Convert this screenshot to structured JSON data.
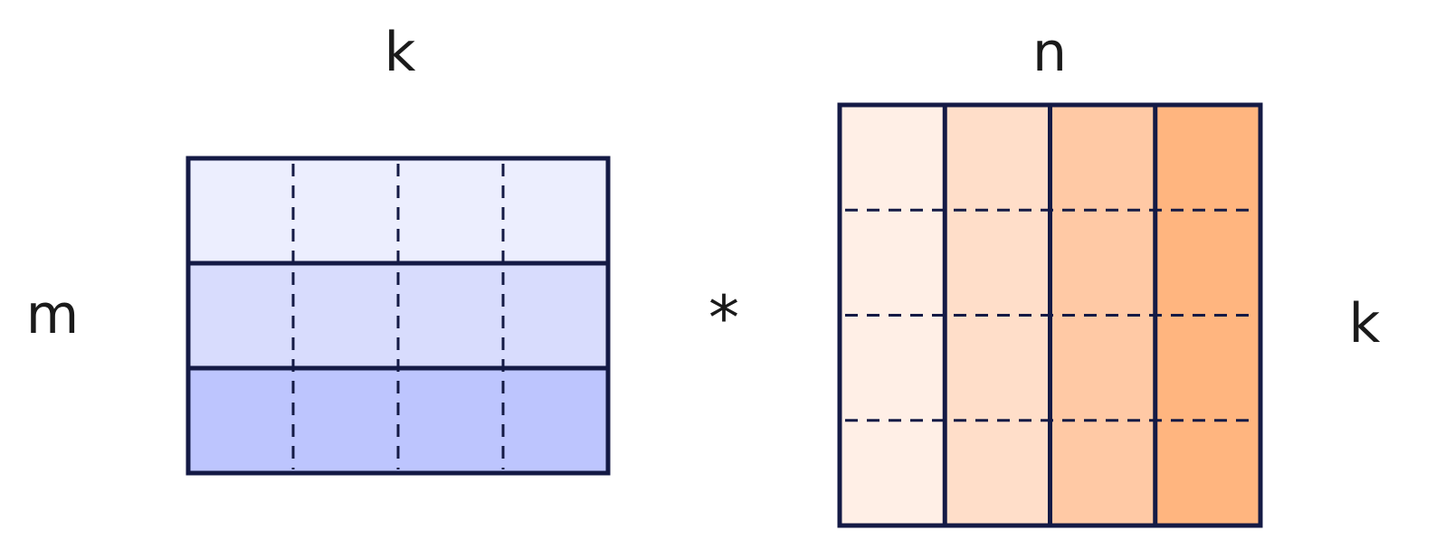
{
  "labels": {
    "left_top": "k",
    "left_side": "m",
    "operator": "*",
    "right_top": "n",
    "right_side": "k"
  },
  "left_matrix": {
    "rows": 3,
    "cols": 4,
    "row_colors": [
      "#eceefe",
      "#d8dcfd",
      "#bdc5fe"
    ]
  },
  "right_matrix": {
    "rows": 4,
    "cols": 4,
    "col_colors": [
      "#ffefe6",
      "#ffdec9",
      "#ffc9a5",
      "#ffb57f"
    ]
  },
  "colors": {
    "stroke": "#141a45"
  }
}
